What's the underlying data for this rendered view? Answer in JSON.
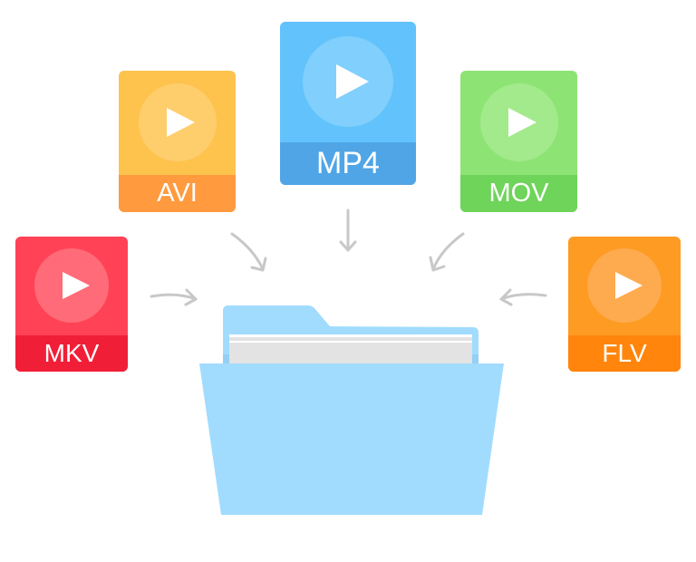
{
  "diagram": {
    "description": "Video formats converging into a folder",
    "formats": [
      {
        "label": "MKV",
        "top_color": "#ff4256",
        "band_color": "#f01f37",
        "circle_color": "#ff6b78"
      },
      {
        "label": "AVI",
        "top_color": "#fec34d",
        "band_color": "#ff9a3e",
        "circle_color": "#fece6c"
      },
      {
        "label": "MP4",
        "top_color": "#62c2fb",
        "band_color": "#50a5e6",
        "circle_color": "#81cffc"
      },
      {
        "label": "MOV",
        "top_color": "#8de474",
        "band_color": "#6fd45a",
        "circle_color": "#a2ea8c"
      },
      {
        "label": "FLV",
        "top_color": "#fe9b22",
        "band_color": "#ff850c",
        "circle_color": "#feaa4e"
      }
    ],
    "folder": {
      "color": "#a1dcfe",
      "back_color": "#a1dcfe",
      "paper_color": "#e3e3e3"
    },
    "arrow_color": "#c8c8c8"
  }
}
